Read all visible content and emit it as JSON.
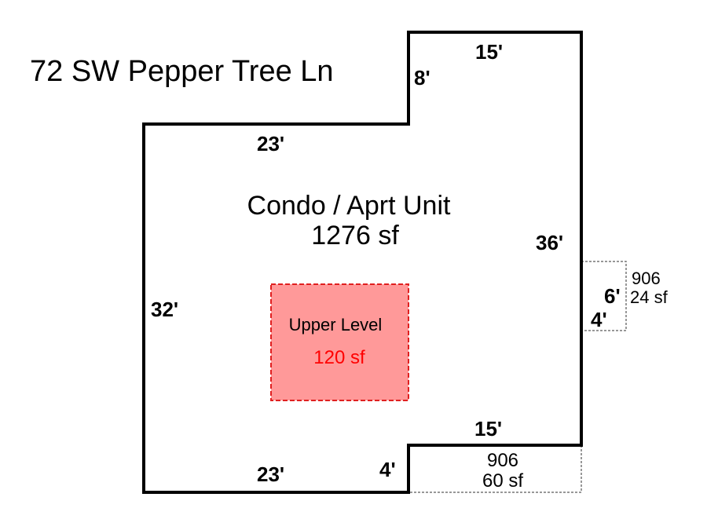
{
  "title": "72 SW Pepper Tree Ln",
  "main_area": {
    "name": "Condo / Aprt Unit",
    "size": "1276 sf"
  },
  "upper_level": {
    "name": "Upper Level",
    "size": "120 sf",
    "fill_color": "#ff9999",
    "stroke_color": "#e02020",
    "text_color": "#ff0000"
  },
  "dimensions": {
    "top": "15'",
    "top_left_step": "8'",
    "upper_left": "23'",
    "right": "36'",
    "left": "32'",
    "bottom_right": "15'",
    "bottom_step": "4'",
    "bottom_left": "23'",
    "side_box_h": "6'",
    "side_box_w": "4'"
  },
  "side_area": {
    "code": "906",
    "size": "24 sf"
  },
  "bottom_area": {
    "code": "906",
    "size": "60 sf"
  }
}
